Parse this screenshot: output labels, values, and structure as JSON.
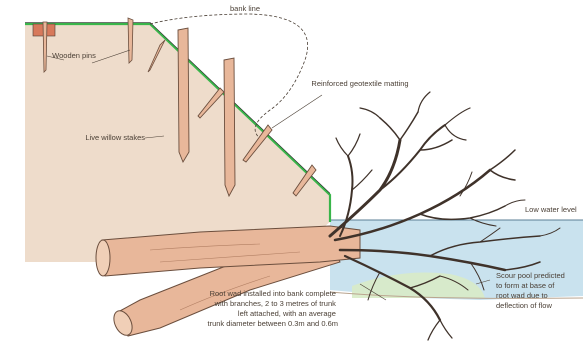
{
  "labels": {
    "bank_line": "bank line",
    "wooden_pins": "Wooden pins",
    "matting": "Reinforced geotextile matting",
    "live_willow_stakes": "Live willow stakes",
    "low_water_level": "Low water level",
    "root_wad_line1": "Root wad installed into bank complete",
    "root_wad_line2": "with branches, 2 to 3 metres of trunk",
    "root_wad_line3": "left attached, with an average",
    "root_wad_line4": "trunk diameter between 0.3m and 0.6m",
    "scour_line1": "Scour pool predicted",
    "scour_line2": "to form at base of",
    "scour_line3": "root wad due to",
    "scour_line4": "deflection of flow"
  },
  "colors": {
    "soil": "#eedccb",
    "matting": "#39b54a",
    "wood": "#e8b79a",
    "wood_edge": "#6b4e3d",
    "water": "#c9e2ee",
    "scour": "#d8ebc7",
    "branch": "#3f322a"
  }
}
